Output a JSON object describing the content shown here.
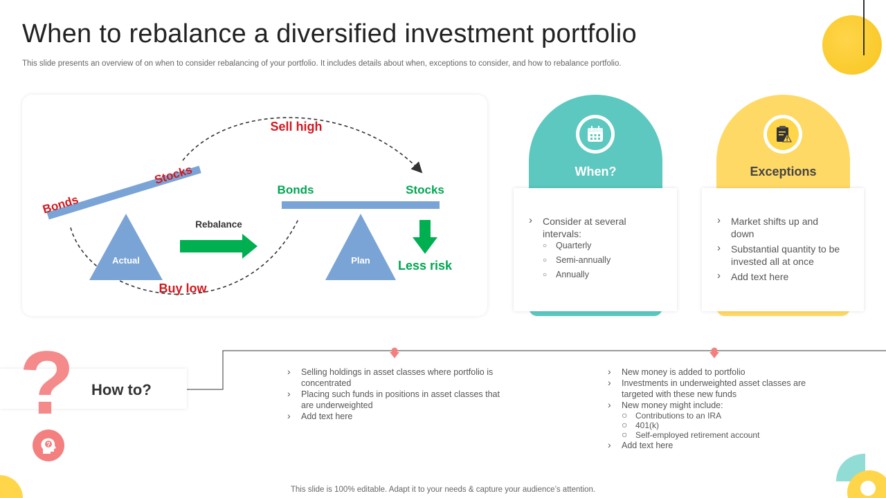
{
  "title": "When to rebalance a diversified investment portfolio",
  "subtitle": "This slide presents an overview of on when to consider rebalancing of your portfolio. It includes details about when, exceptions to consider, and how to rebalance portfolio.",
  "diagram": {
    "sell_high": "Sell high",
    "buy_low": "Buy low",
    "left_bonds": "Bonds",
    "left_stocks": "Stocks",
    "actual": "Actual",
    "rebalance": "Rebalance",
    "right_bonds": "Bonds",
    "right_stocks": "Stocks",
    "plan": "Plan",
    "less_risk": "Less risk"
  },
  "when": {
    "heading": "When?",
    "icon": "calendar-icon",
    "color": "#5cc8c0",
    "item": "Consider at several intervals:",
    "subitems": [
      "Quarterly",
      "Semi-annually",
      "Annually"
    ]
  },
  "exceptions": {
    "heading": "Exceptions",
    "icon": "clipboard-warning-icon",
    "color": "#ffd966",
    "items": [
      "Market shifts up and down",
      "Substantial quantity to be invested all at once",
      "Add text here"
    ]
  },
  "howto": {
    "label": "How to?",
    "glyph": "?",
    "icon": "head-question-icon",
    "col1": [
      "Selling holdings in asset classes where portfolio is concentrated",
      "Placing such funds in positions in asset classes that are underweighted",
      "Add text here"
    ],
    "col2": {
      "items_before": [
        "New money is added to portfolio",
        "Investments in underweighted  asset classes are targeted with these new funds",
        "New money might include:"
      ],
      "subitems": [
        "Contributions to an IRA",
        "401(k)",
        "Self-employed retirement account"
      ],
      "item_after": "Add text here"
    }
  },
  "footer": "This slide is 100% editable. Adapt it to your needs & capture your audience’s attention.",
  "colors": {
    "red_label": "#d0191f",
    "green_label": "#00a651",
    "beam": "#7aa3d6",
    "accent_pink": "#f47f7f"
  }
}
